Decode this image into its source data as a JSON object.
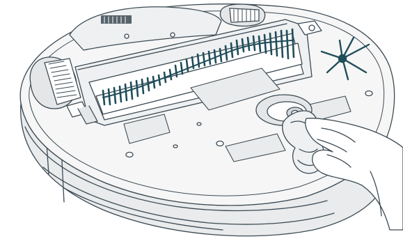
{
  "illustration": {
    "colors": {
      "outline": "#3c4a53",
      "body_fill": "#f6f6f6",
      "shade": "#e4e6e7",
      "deep_shade": "#d3d7d9",
      "bristle": "#1f4d5a",
      "white": "#ffffff"
    },
    "parts": [
      "robot-vacuum-body",
      "main-roller-brush",
      "side-brush",
      "drive-wheel-left",
      "drive-wheel-right",
      "caster-wheel",
      "hand-with-cloth"
    ]
  }
}
